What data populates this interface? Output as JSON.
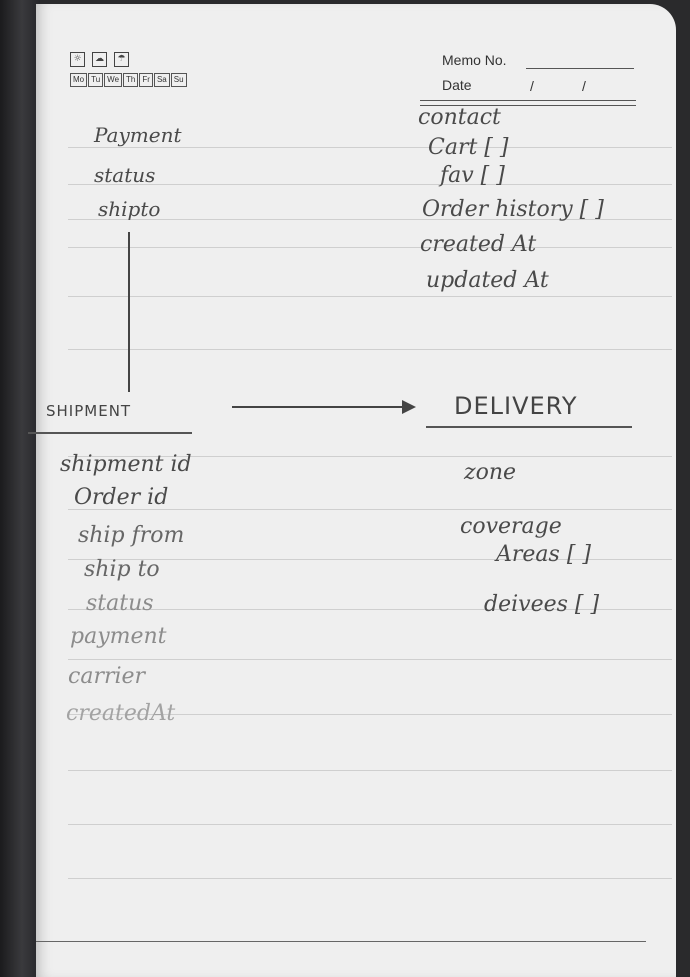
{
  "header": {
    "days": [
      "Mo",
      "Tu",
      "We",
      "Th",
      "Fr",
      "Sa",
      "Su"
    ],
    "memo_label": "Memo No.",
    "date_label": "Date",
    "date_slash_1": "/",
    "date_slash_2": "/"
  },
  "left_top_fields": [
    "Payment",
    "status",
    "shipto"
  ],
  "right_top_fields": [
    "contact",
    "Cart [ ]",
    "fav [ ]",
    "Order history [ ]",
    "created At",
    "updated At"
  ],
  "shipment": {
    "title": "SHIPMENT",
    "fields": [
      "shipment id",
      "Order id",
      "ship from",
      "ship to",
      "status",
      "payment",
      "carrier",
      "createdAt"
    ]
  },
  "delivery": {
    "title": "DELIVERY",
    "fields": [
      "zone",
      "coverage",
      "Areas [ ]",
      "deivees [ ]"
    ]
  }
}
